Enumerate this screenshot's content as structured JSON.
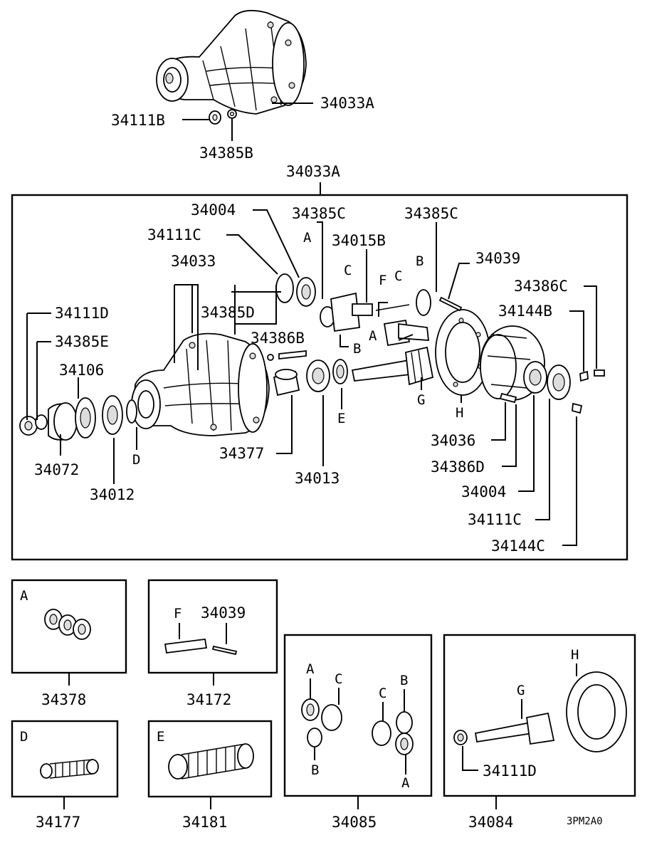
{
  "parts": {
    "top_assembly": "34033A",
    "top_nut": "34111B",
    "top_washer": "34385B",
    "main_box_label": "34033A",
    "bearing_upper": "34004",
    "nut_upper": "34111C",
    "carrier": "34033",
    "washer_c_top": "34385C",
    "shaft_15b": "34015B",
    "washer_c_right": "34385C",
    "pin_39": "34039",
    "washer_d": "34385D",
    "bolt_86b": "34386B",
    "bolt_86c": "34386C",
    "bolt_44b": "34144B",
    "nut_d": "34111D",
    "washer_e": "34385E",
    "oilseal": "34106",
    "flange": "34072",
    "bearing_12": "34012",
    "spacer": "34377",
    "bearing_13": "34013",
    "pin_36": "34036",
    "bolt_86d": "34386D",
    "bearing_lower": "34004",
    "nut_lower": "34111C",
    "lock_44c": "34144C"
  },
  "letters": {
    "a": "A",
    "b": "B",
    "c": "C",
    "d": "D",
    "e": "E",
    "f": "F",
    "g": "G",
    "h": "H"
  },
  "kits": {
    "k1": {
      "letter": "A",
      "number": "34378"
    },
    "k2": {
      "f": "F",
      "pin": "34039",
      "number": "34172"
    },
    "k3": {
      "letter": "D",
      "number": "34177"
    },
    "k4": {
      "letter": "E",
      "number": "34181"
    },
    "k5": {
      "a1": "A",
      "c1": "C",
      "b1": "B",
      "c2": "C",
      "b2": "B",
      "a2": "A",
      "number": "34085"
    },
    "k6": {
      "h": "H",
      "g": "G",
      "nut": "34111D",
      "number": "34084"
    }
  },
  "diagram_code": "3PM2A0"
}
